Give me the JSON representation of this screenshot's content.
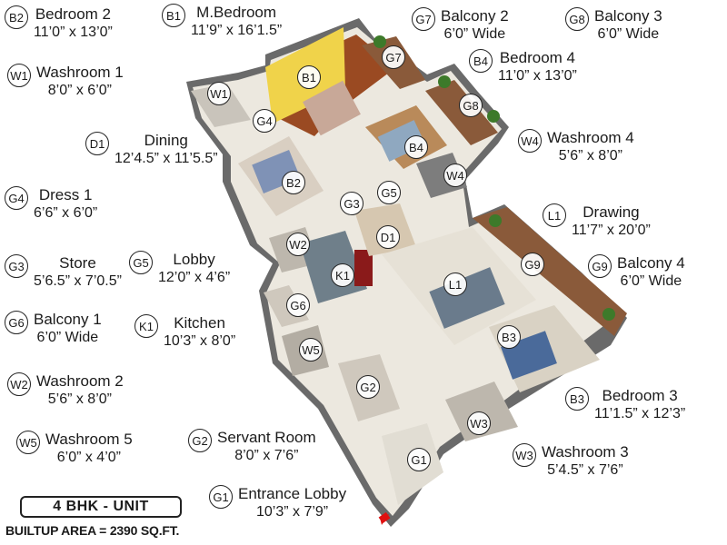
{
  "unit_badge": "4 BHK - UNIT",
  "builtup_area": "BUILTUP AREA = 2390 SQ.FT.",
  "legend": [
    {
      "code": "B2",
      "name": "Bedroom 2",
      "dim": "11’0” x 13’0”"
    },
    {
      "code": "B1",
      "name": "M.Bedroom",
      "dim": "11’9” x 16’1.5”"
    },
    {
      "code": "G7",
      "name": "Balcony 2",
      "dim": "6’0” Wide"
    },
    {
      "code": "G8",
      "name": "Balcony 3",
      "dim": "6’0” Wide"
    },
    {
      "code": "W1",
      "name": "Washroom 1",
      "dim": "8’0” x 6’0”"
    },
    {
      "code": "B4",
      "name": "Bedroom 4",
      "dim": "11’0” x 13’0”"
    },
    {
      "code": "D1",
      "name": "Dining",
      "dim": "12’4.5” x 11’5.5”"
    },
    {
      "code": "W4",
      "name": "Washroom 4",
      "dim": "5’6” x 8’0”"
    },
    {
      "code": "G4",
      "name": "Dress 1",
      "dim": "6’6” x 6’0”"
    },
    {
      "code": "L1",
      "name": "Drawing",
      "dim": "11’7” x 20’0”"
    },
    {
      "code": "G3",
      "name": "Store",
      "dim": "5’6.5” x 7’0.5”"
    },
    {
      "code": "G5",
      "name": "Lobby",
      "dim": "12’0” x 4’6”"
    },
    {
      "code": "G9",
      "name": "Balcony 4",
      "dim": "6’0” Wide"
    },
    {
      "code": "G6",
      "name": "Balcony 1",
      "dim": "6’0” Wide"
    },
    {
      "code": "K1",
      "name": "Kitchen",
      "dim": "10’3” x 8’0”"
    },
    {
      "code": "W2",
      "name": "Washroom 2",
      "dim": "5’6” x 8’0”"
    },
    {
      "code": "B3",
      "name": "Bedroom 3",
      "dim": "11’1.5” x 12’3”"
    },
    {
      "code": "W5",
      "name": "Washroom 5",
      "dim": "6’0” x 4’0”"
    },
    {
      "code": "G2",
      "name": "Servant Room",
      "dim": "8’0” x 7’6”"
    },
    {
      "code": "W3",
      "name": "Washroom 3",
      "dim": "5’4.5” x 7’6”"
    },
    {
      "code": "G1",
      "name": "Entrance Lobby",
      "dim": "10’3” x 7’9”"
    }
  ],
  "markers": [
    "B1",
    "G7",
    "W1",
    "G4",
    "G8",
    "B4",
    "B2",
    "W4",
    "G3",
    "G5",
    "D1",
    "W2",
    "K1",
    "L1",
    "G9",
    "G6",
    "B3",
    "W5",
    "G2",
    "W3",
    "G1"
  ],
  "colors": {
    "wall": "#5a5a5a",
    "floor": "#e9e4da",
    "wood": "#a4582a",
    "accent_wall": "#f2d54a",
    "entry_arrow": "#e01010"
  }
}
